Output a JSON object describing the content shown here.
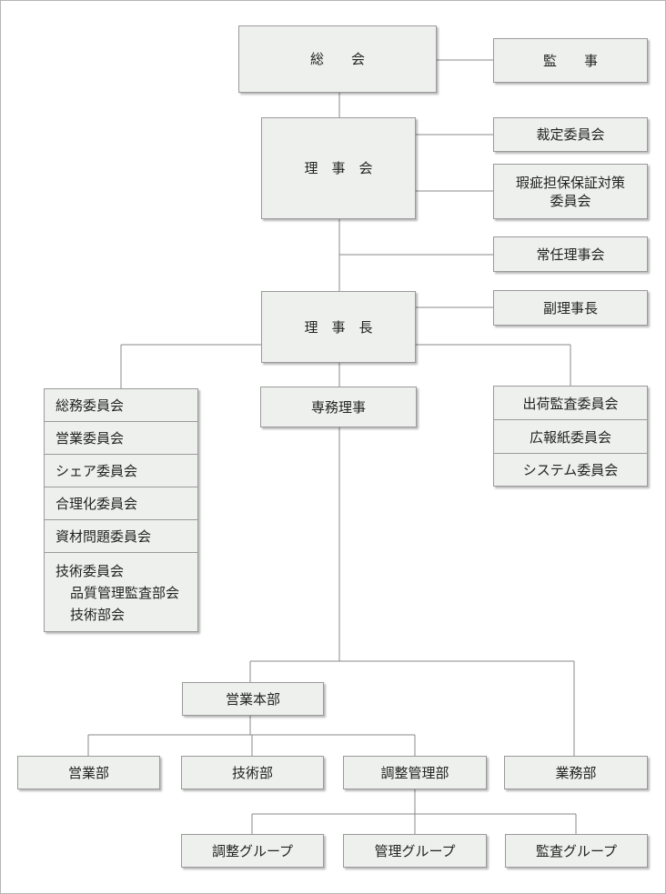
{
  "nodes": {
    "general_assembly": "総　　会",
    "auditor": "監　　事",
    "board": "理　事　会",
    "arbitration": "裁定委員会",
    "defect_committee": "瑕疵担保保証対策\n委員会",
    "standing_board": "常任理事会",
    "chairman": "理　事　長",
    "vice_chairman": "副理事長",
    "executive_director": "専務理事",
    "sales_hq": "営業本部",
    "sales_dept": "営業部",
    "tech_dept": "技術部",
    "coordination_dept": "調整管理部",
    "business_dept": "業務部",
    "coordination_group": "調整グループ",
    "management_group": "管理グループ",
    "audit_group": "監査グループ"
  },
  "left_committees": [
    "総務委員会",
    "営業委員会",
    "シェア委員会",
    "合理化委員会",
    "資材問題委員会"
  ],
  "tech_committee": {
    "label": "技術委員会",
    "subs": [
      "品質管理監査部会",
      "技術部会"
    ]
  },
  "right_committees": [
    "出荷監査委員会",
    "広報紙委員会",
    "システム委員会"
  ]
}
